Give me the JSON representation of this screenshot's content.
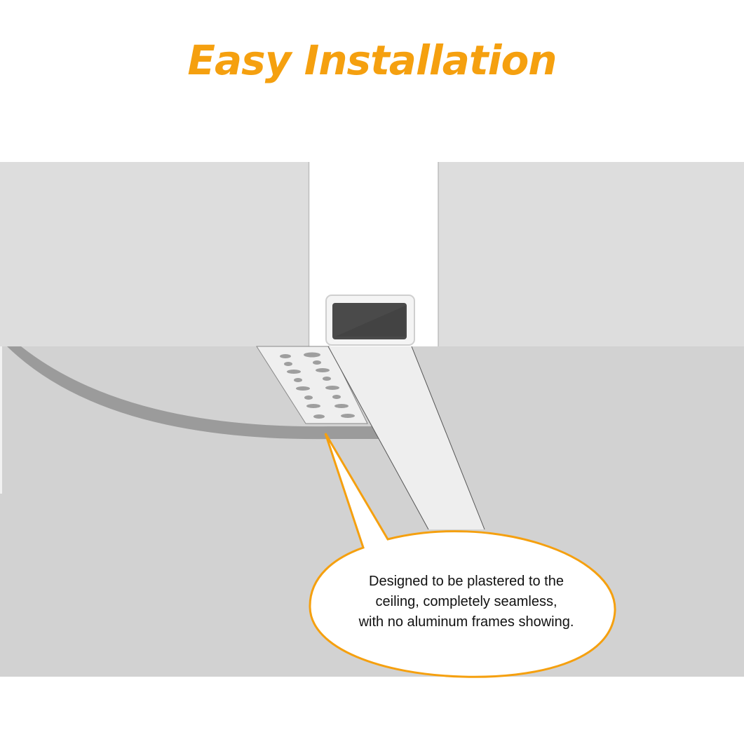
{
  "header": {
    "title": "Easy Installation"
  },
  "callout": {
    "lines": [
      "Designed to be plastered to the",
      "ceiling, completely seamless,",
      "with no aluminum frames showing."
    ]
  },
  "colors": {
    "accent": "#F5A00F",
    "wall": "#DDDDDD",
    "ceiling": "#D2D2D2",
    "curve": "#9B9B9B",
    "profile_window": "#4A4A4A",
    "callout_fill": "#FFFFFF"
  }
}
